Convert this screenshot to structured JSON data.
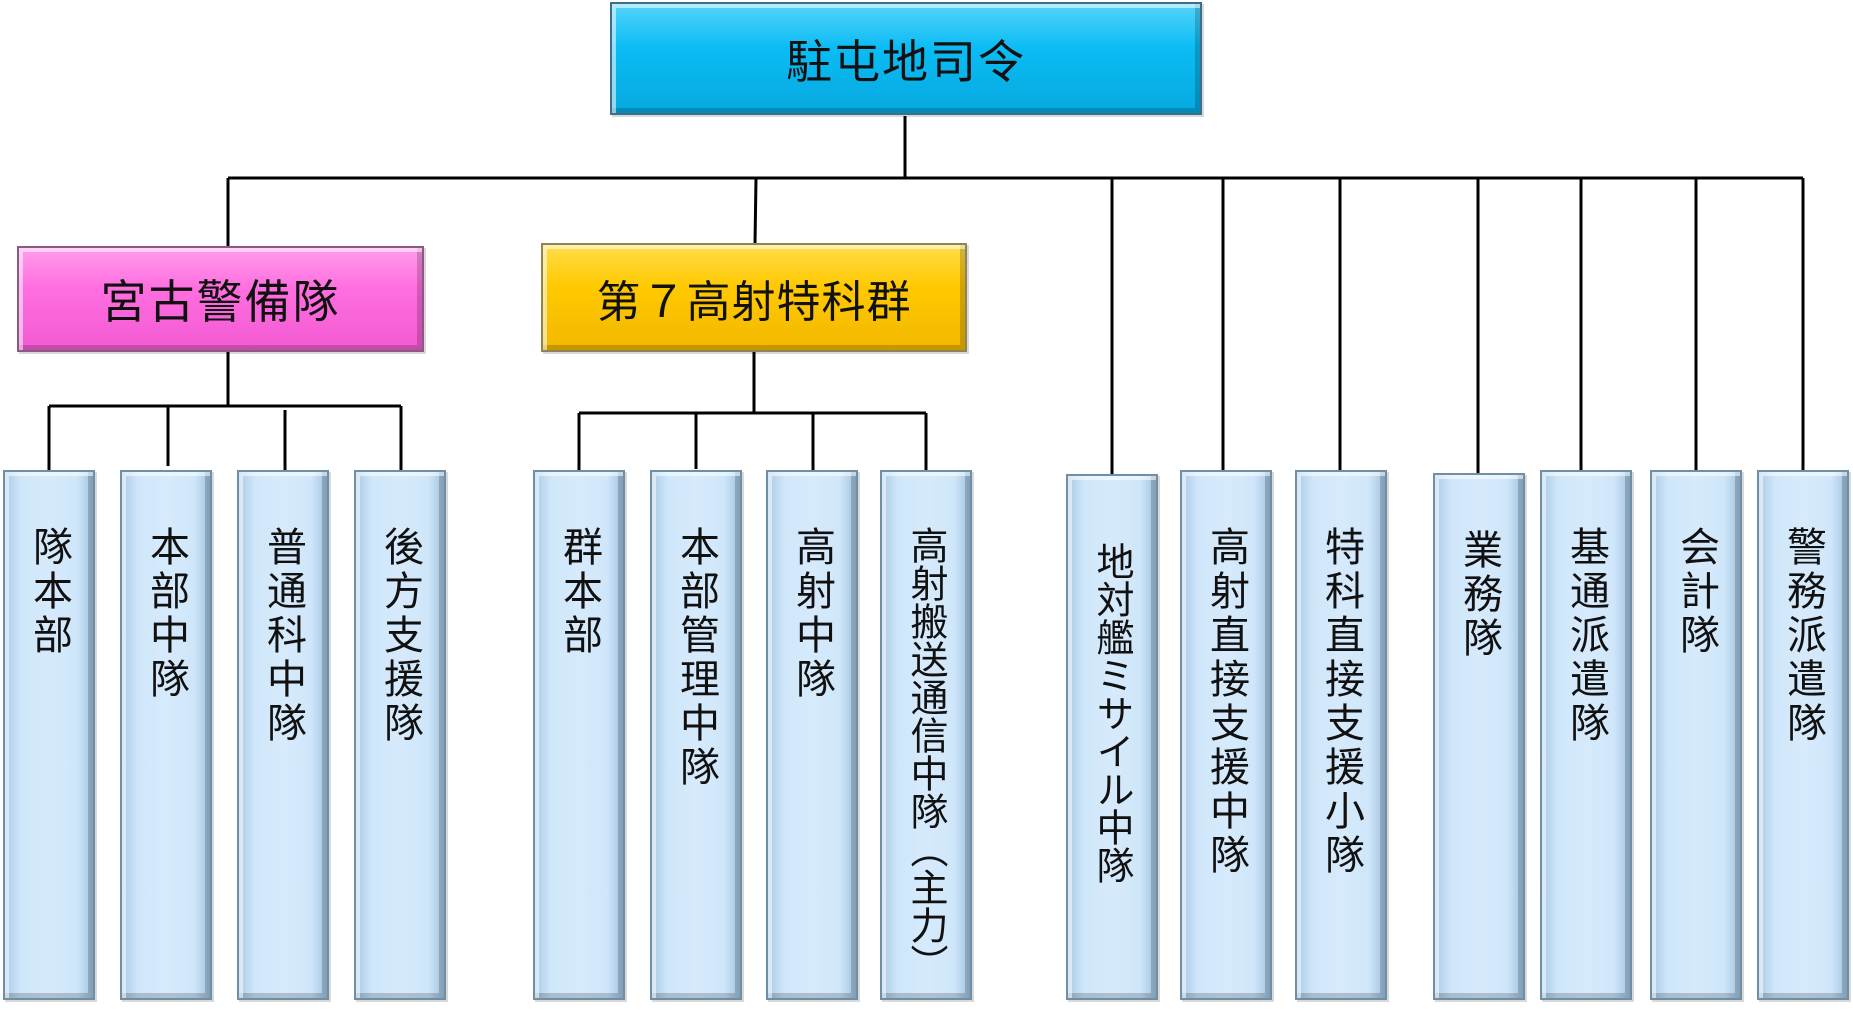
{
  "colors": {
    "commander": "#0bbcf4",
    "miyako": "#ff6ee0",
    "sam_group": "#ffc900",
    "unit": "#d2e8fb",
    "line": "#000000"
  },
  "nodes": {
    "commander": "駐屯地司令",
    "miyako_guard": "宮古警備隊",
    "sam_group": "第７高射特科群"
  },
  "units": [
    "隊本部",
    "本部中隊",
    "普通科中隊",
    "後方支援隊",
    "群本部",
    "本部管理中隊",
    "高射中隊",
    "高射搬送通信中隊（主力）",
    "地対艦ミサイル中隊",
    "高射直接支援中隊",
    "特科直接支援小隊",
    "業務隊",
    "基通派遣隊",
    "会計隊",
    "警務派遣隊"
  ]
}
